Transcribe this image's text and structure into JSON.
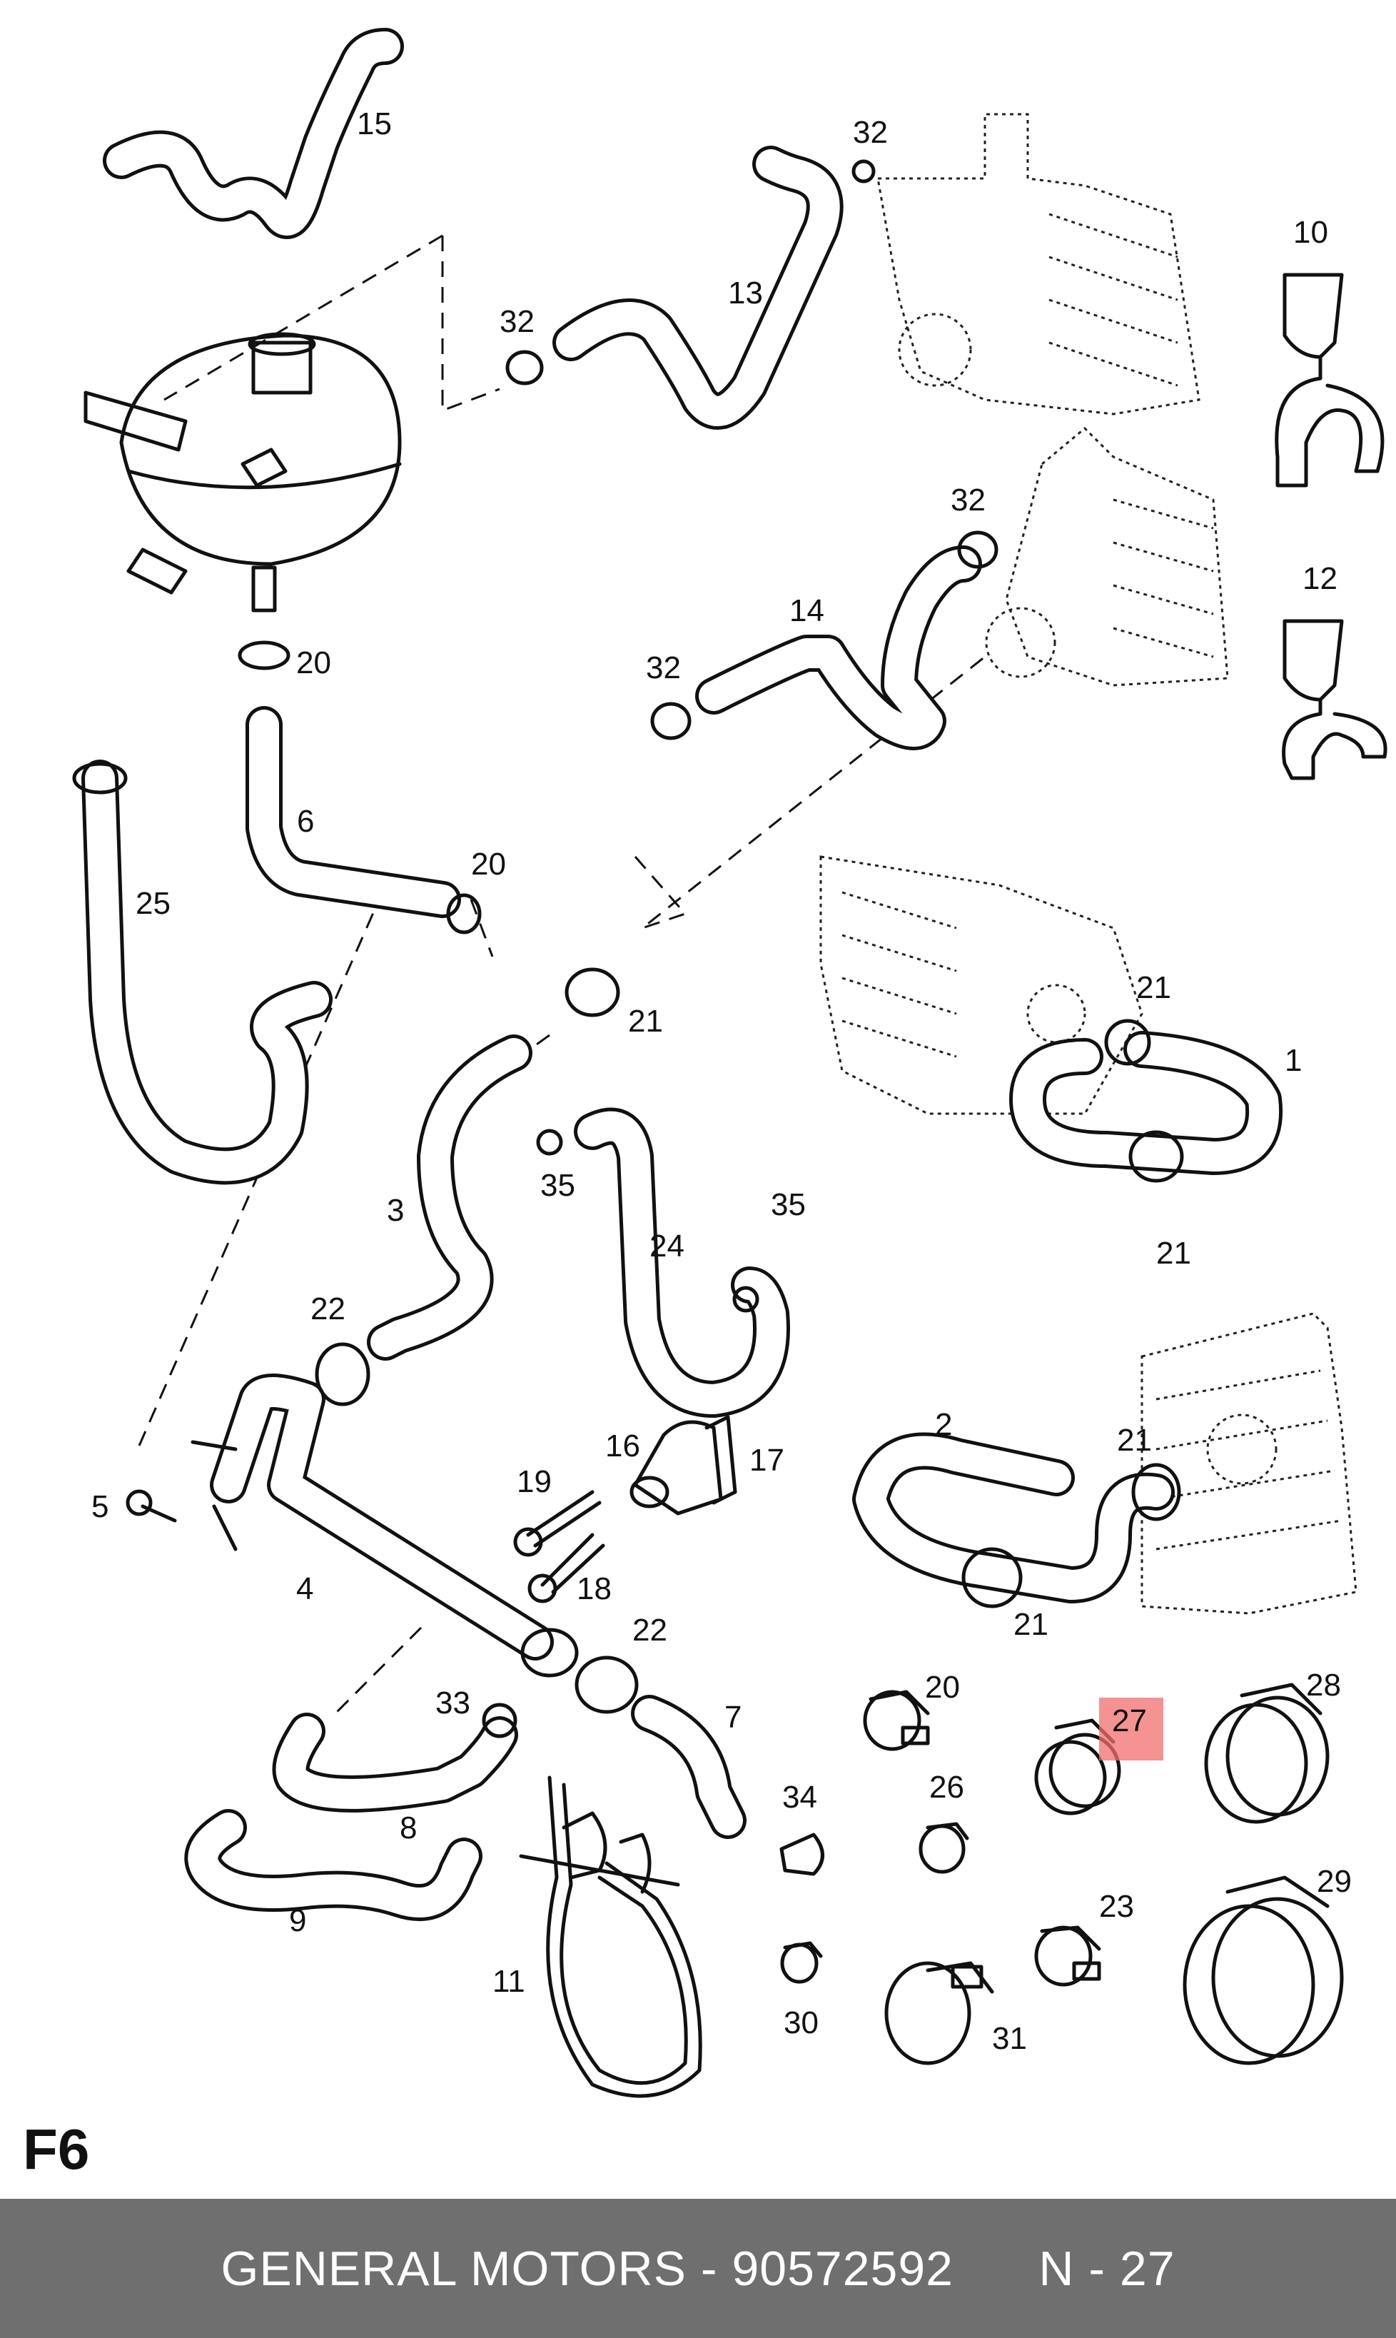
{
  "figure_code": "F6",
  "footer": {
    "brand": "GENERAL MOTORS",
    "separator": " - ",
    "part_number": "90572592",
    "callout": "N - 27"
  },
  "highlight": {
    "callout": "27",
    "color": "#f26d6d"
  },
  "callouts": [
    {
      "id": "c15",
      "text": "15"
    },
    {
      "id": "c32a",
      "text": "32"
    },
    {
      "id": "c10",
      "text": "10"
    },
    {
      "id": "c32b",
      "text": "32"
    },
    {
      "id": "c13",
      "text": "13"
    },
    {
      "id": "c32c",
      "text": "32"
    },
    {
      "id": "c12",
      "text": "12"
    },
    {
      "id": "c14",
      "text": "14"
    },
    {
      "id": "c32d",
      "text": "32"
    },
    {
      "id": "c20a",
      "text": "20"
    },
    {
      "id": "c6",
      "text": "6"
    },
    {
      "id": "c20b",
      "text": "20"
    },
    {
      "id": "c25",
      "text": "25"
    },
    {
      "id": "c21a",
      "text": "21"
    },
    {
      "id": "c21b",
      "text": "21"
    },
    {
      "id": "c1",
      "text": "1"
    },
    {
      "id": "c21c",
      "text": "21"
    },
    {
      "id": "c35a",
      "text": "35"
    },
    {
      "id": "c3",
      "text": "3"
    },
    {
      "id": "c24",
      "text": "24"
    },
    {
      "id": "c35b",
      "text": "35"
    },
    {
      "id": "c22a",
      "text": "22"
    },
    {
      "id": "c2",
      "text": "2"
    },
    {
      "id": "c21d",
      "text": "21"
    },
    {
      "id": "c16",
      "text": "16"
    },
    {
      "id": "c17",
      "text": "17"
    },
    {
      "id": "c19",
      "text": "19"
    },
    {
      "id": "c5",
      "text": "5"
    },
    {
      "id": "c18",
      "text": "18"
    },
    {
      "id": "c4",
      "text": "4"
    },
    {
      "id": "c21e",
      "text": "21"
    },
    {
      "id": "c22b",
      "text": "22"
    },
    {
      "id": "c33",
      "text": "33"
    },
    {
      "id": "c7",
      "text": "7"
    },
    {
      "id": "c20c",
      "text": "20"
    },
    {
      "id": "c27",
      "text": "27"
    },
    {
      "id": "c28",
      "text": "28"
    },
    {
      "id": "c26",
      "text": "26"
    },
    {
      "id": "c34",
      "text": "34"
    },
    {
      "id": "c8",
      "text": "8"
    },
    {
      "id": "c9",
      "text": "9"
    },
    {
      "id": "c23",
      "text": "23"
    },
    {
      "id": "c29",
      "text": "29"
    },
    {
      "id": "c11",
      "text": "11"
    },
    {
      "id": "c30",
      "text": "30"
    },
    {
      "id": "c31",
      "text": "31"
    }
  ]
}
